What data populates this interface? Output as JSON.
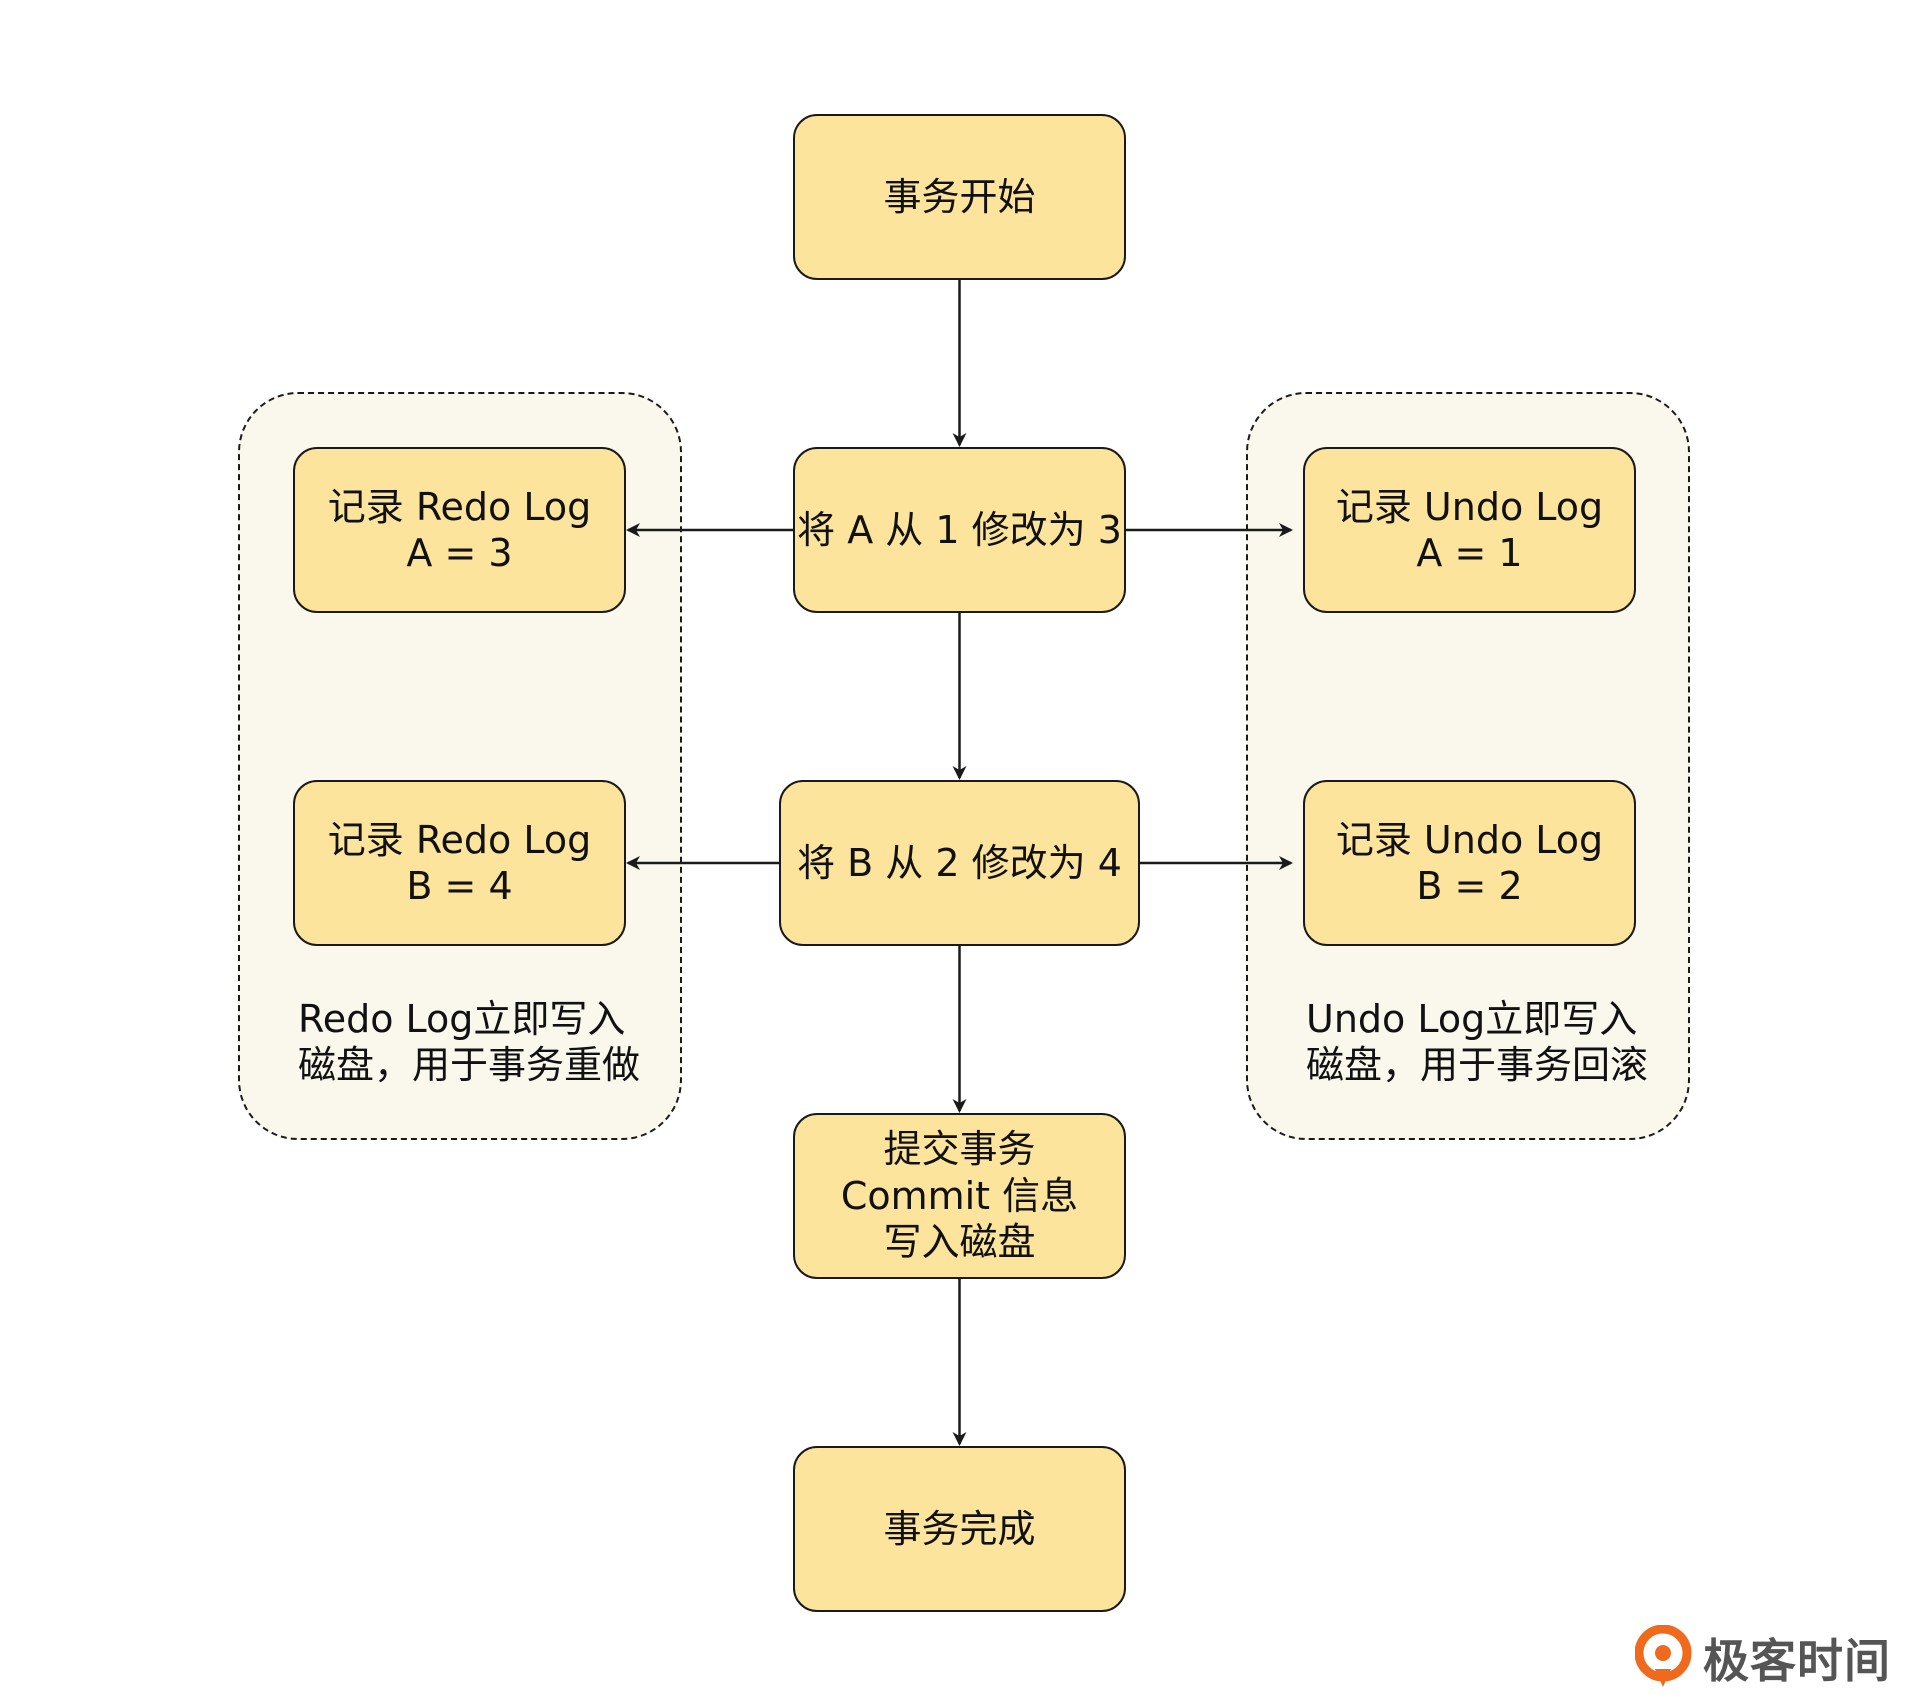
{
  "colors": {
    "box_fill": "#fce49c",
    "box_border": "#1a1a1a",
    "group_fill": "#faf7ec",
    "arrow": "#1a1a1a",
    "logo_orange": "#f06a1d"
  },
  "nodes": {
    "start": {
      "lines": [
        "事务开始"
      ]
    },
    "modify_a": {
      "lines": [
        "将 A 从 1 修改为 3"
      ]
    },
    "modify_b": {
      "lines": [
        "将 B 从 2 修改为 4"
      ]
    },
    "commit": {
      "lines": [
        "提交事务",
        "Commit 信息",
        "写入磁盘"
      ]
    },
    "done": {
      "lines": [
        "事务完成"
      ]
    },
    "redo_a": {
      "lines": [
        "记录 Redo Log",
        "A = 3"
      ]
    },
    "redo_b": {
      "lines": [
        "记录 Redo Log",
        "B = 4"
      ]
    },
    "undo_a": {
      "lines": [
        "记录 Undo Log",
        "A = 1"
      ]
    },
    "undo_b": {
      "lines": [
        "记录 Undo Log",
        "B = 2"
      ]
    }
  },
  "groups": {
    "redo": {
      "note": [
        "Redo Log立即写入",
        "磁盘，用于事务重做"
      ]
    },
    "undo": {
      "note": [
        "Undo Log立即写入",
        "磁盘，用于事务回滚"
      ]
    }
  },
  "edges": [
    {
      "from": "start",
      "to": "modify_a"
    },
    {
      "from": "modify_a",
      "to": "modify_b"
    },
    {
      "from": "modify_b",
      "to": "commit"
    },
    {
      "from": "commit",
      "to": "done"
    },
    {
      "from": "modify_a",
      "to": "redo_a"
    },
    {
      "from": "modify_a",
      "to": "undo_a"
    },
    {
      "from": "modify_b",
      "to": "redo_b"
    },
    {
      "from": "modify_b",
      "to": "undo_b"
    }
  ],
  "logo": {
    "icon": "geektime-logo-icon",
    "text": "极客时间"
  }
}
